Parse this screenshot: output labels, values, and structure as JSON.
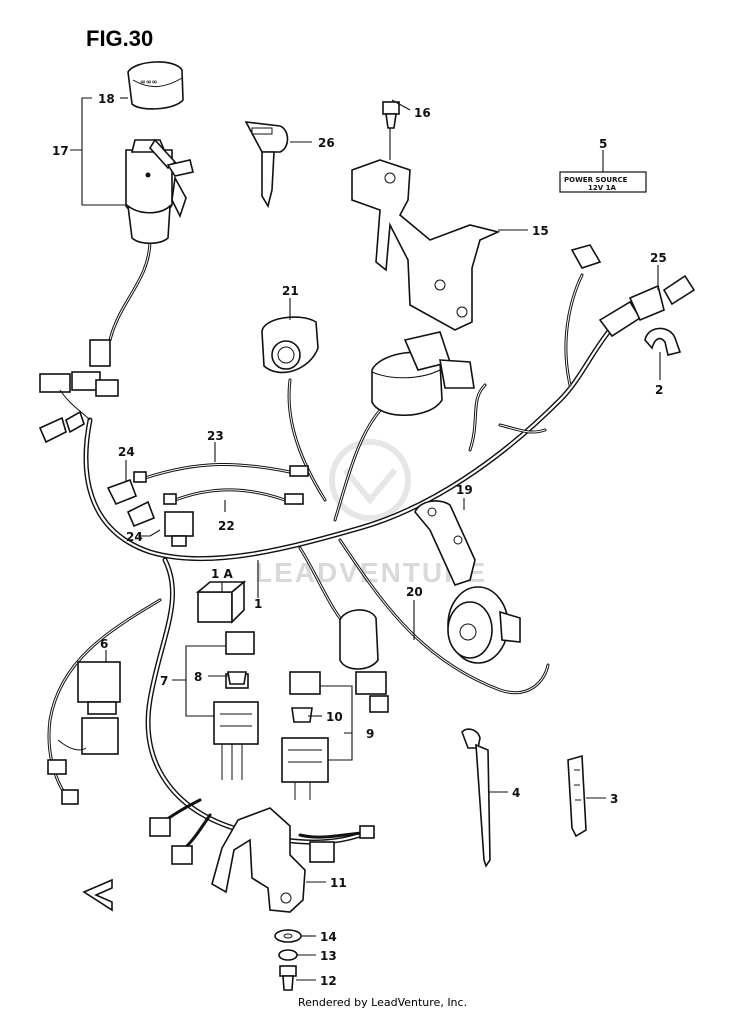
{
  "figure": {
    "title": "FIG.30"
  },
  "watermark": "LEADVENTURE",
  "footer": "Rendered by LeadVenture, Inc.",
  "decal": {
    "line1": "POWER   SOURCE",
    "line2": "12V  1A"
  },
  "callouts": [
    {
      "id": "c-18",
      "text": "18"
    },
    {
      "id": "c-17",
      "text": "17"
    },
    {
      "id": "c-26",
      "text": "26"
    },
    {
      "id": "c-16",
      "text": "16"
    },
    {
      "id": "c-5",
      "text": "5"
    },
    {
      "id": "c-15",
      "text": "15"
    },
    {
      "id": "c-25",
      "text": "25"
    },
    {
      "id": "c-2",
      "text": "2"
    },
    {
      "id": "c-21",
      "text": "21"
    },
    {
      "id": "c-23",
      "text": "23"
    },
    {
      "id": "c-24a",
      "text": "24"
    },
    {
      "id": "c-22",
      "text": "22"
    },
    {
      "id": "c-24b",
      "text": "24"
    },
    {
      "id": "c-19",
      "text": "19"
    },
    {
      "id": "c-1a",
      "text": "1 A"
    },
    {
      "id": "c-1",
      "text": "1"
    },
    {
      "id": "c-20",
      "text": "20"
    },
    {
      "id": "c-6",
      "text": "6"
    },
    {
      "id": "c-7",
      "text": "7"
    },
    {
      "id": "c-8",
      "text": "8"
    },
    {
      "id": "c-10",
      "text": "10"
    },
    {
      "id": "c-9",
      "text": "9"
    },
    {
      "id": "c-4",
      "text": "4"
    },
    {
      "id": "c-3",
      "text": "3"
    },
    {
      "id": "c-11",
      "text": "11"
    },
    {
      "id": "c-14",
      "text": "14"
    },
    {
      "id": "c-13",
      "text": "13"
    },
    {
      "id": "c-12",
      "text": "12"
    }
  ]
}
